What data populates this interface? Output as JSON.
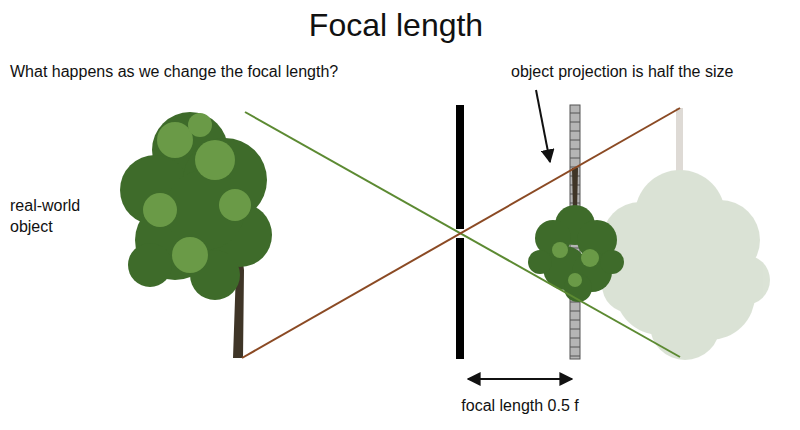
{
  "diagram": {
    "title": "Focal length",
    "labels": [
      "What happens as we change the focal length?",
      "object projection is half the size",
      "real-world object",
      "focal length 0.5 f"
    ]
  }
}
